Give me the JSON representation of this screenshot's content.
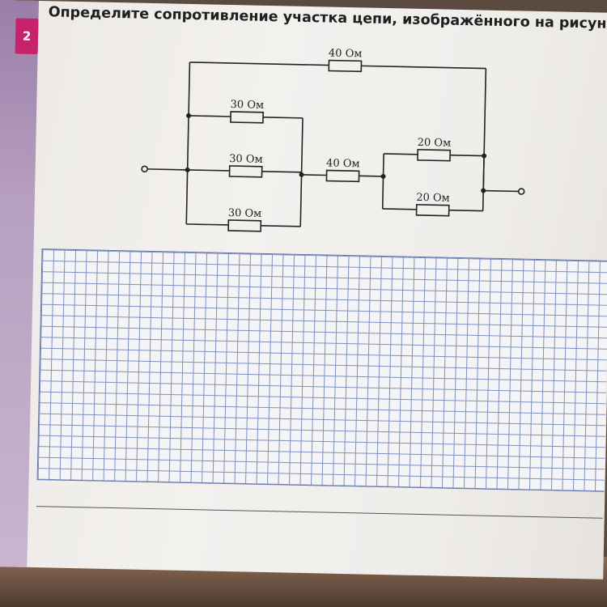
{
  "task": {
    "number": "2",
    "title": "Определите сопротивление участка цепи, изображённого на рисунке."
  },
  "circuit": {
    "resistors": {
      "top": "40 Ом",
      "upper_left": "30 Ом",
      "middle_left": "30 Ом",
      "lower_left": "30 Ом",
      "series_middle": "40 Ом",
      "upper_right": "20 Ом",
      "lower_right": "20 Ом"
    }
  }
}
